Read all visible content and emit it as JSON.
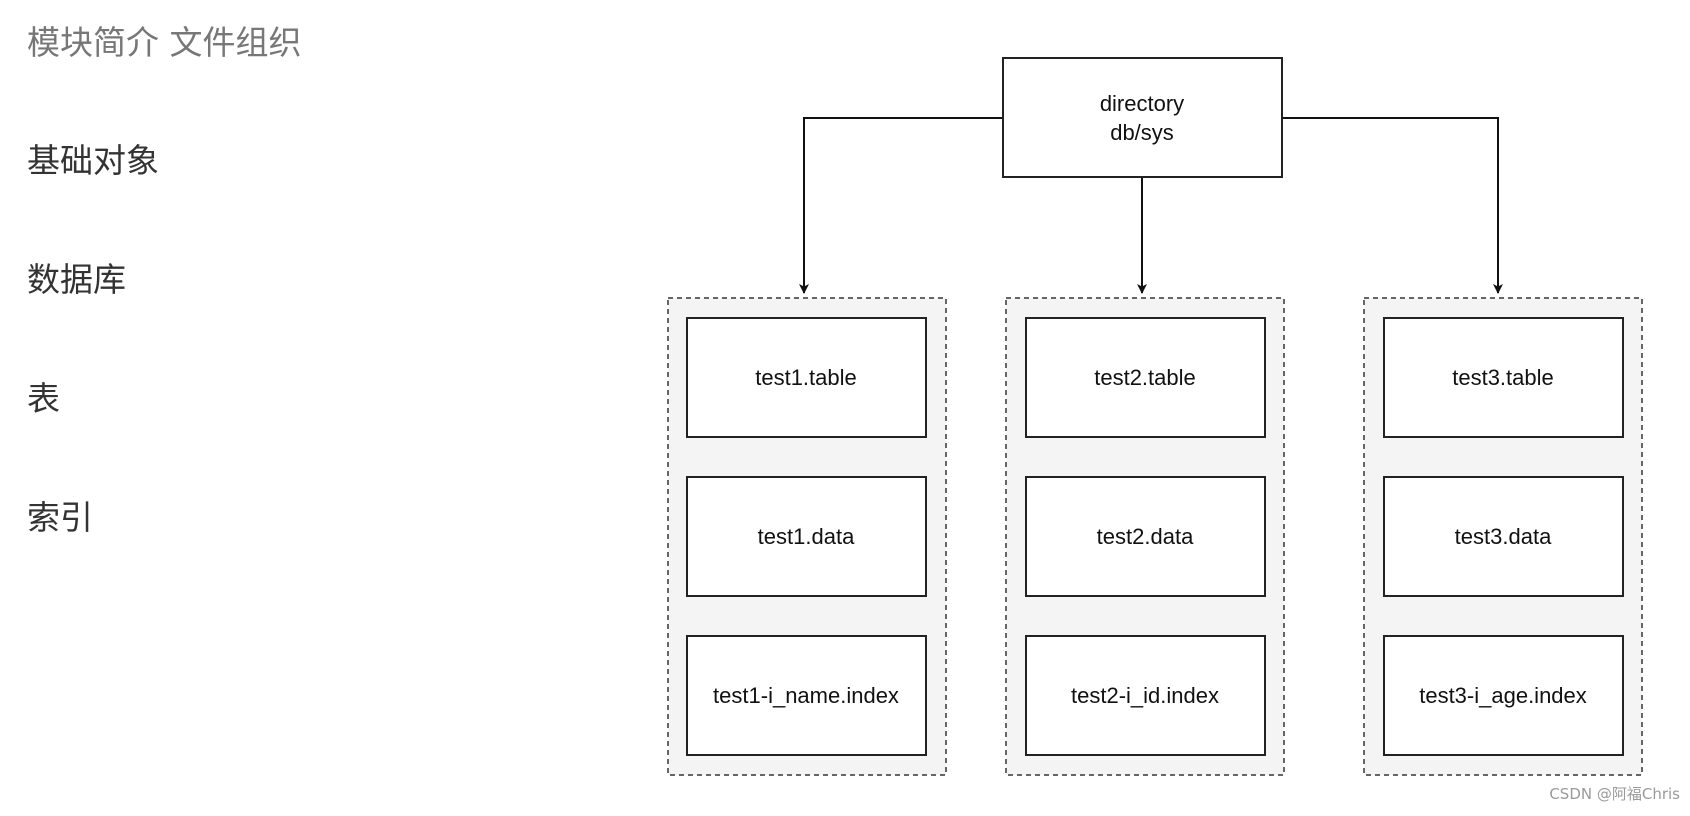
{
  "heading": "模块简介 文件组织",
  "sections": [
    "基础对象",
    "数据库",
    "表",
    "索引"
  ],
  "diagram": {
    "root": {
      "line1": "directory",
      "line2": "db/sys"
    },
    "groups": [
      {
        "files": [
          "test1.table",
          "test1.data",
          "test1-i_name.index"
        ]
      },
      {
        "files": [
          "test2.table",
          "test2.data",
          "test2-i_id.index"
        ]
      },
      {
        "files": [
          "test3.table",
          "test3.data",
          "test3-i_age.index"
        ]
      }
    ]
  },
  "watermark": "CSDN @阿福Chris"
}
